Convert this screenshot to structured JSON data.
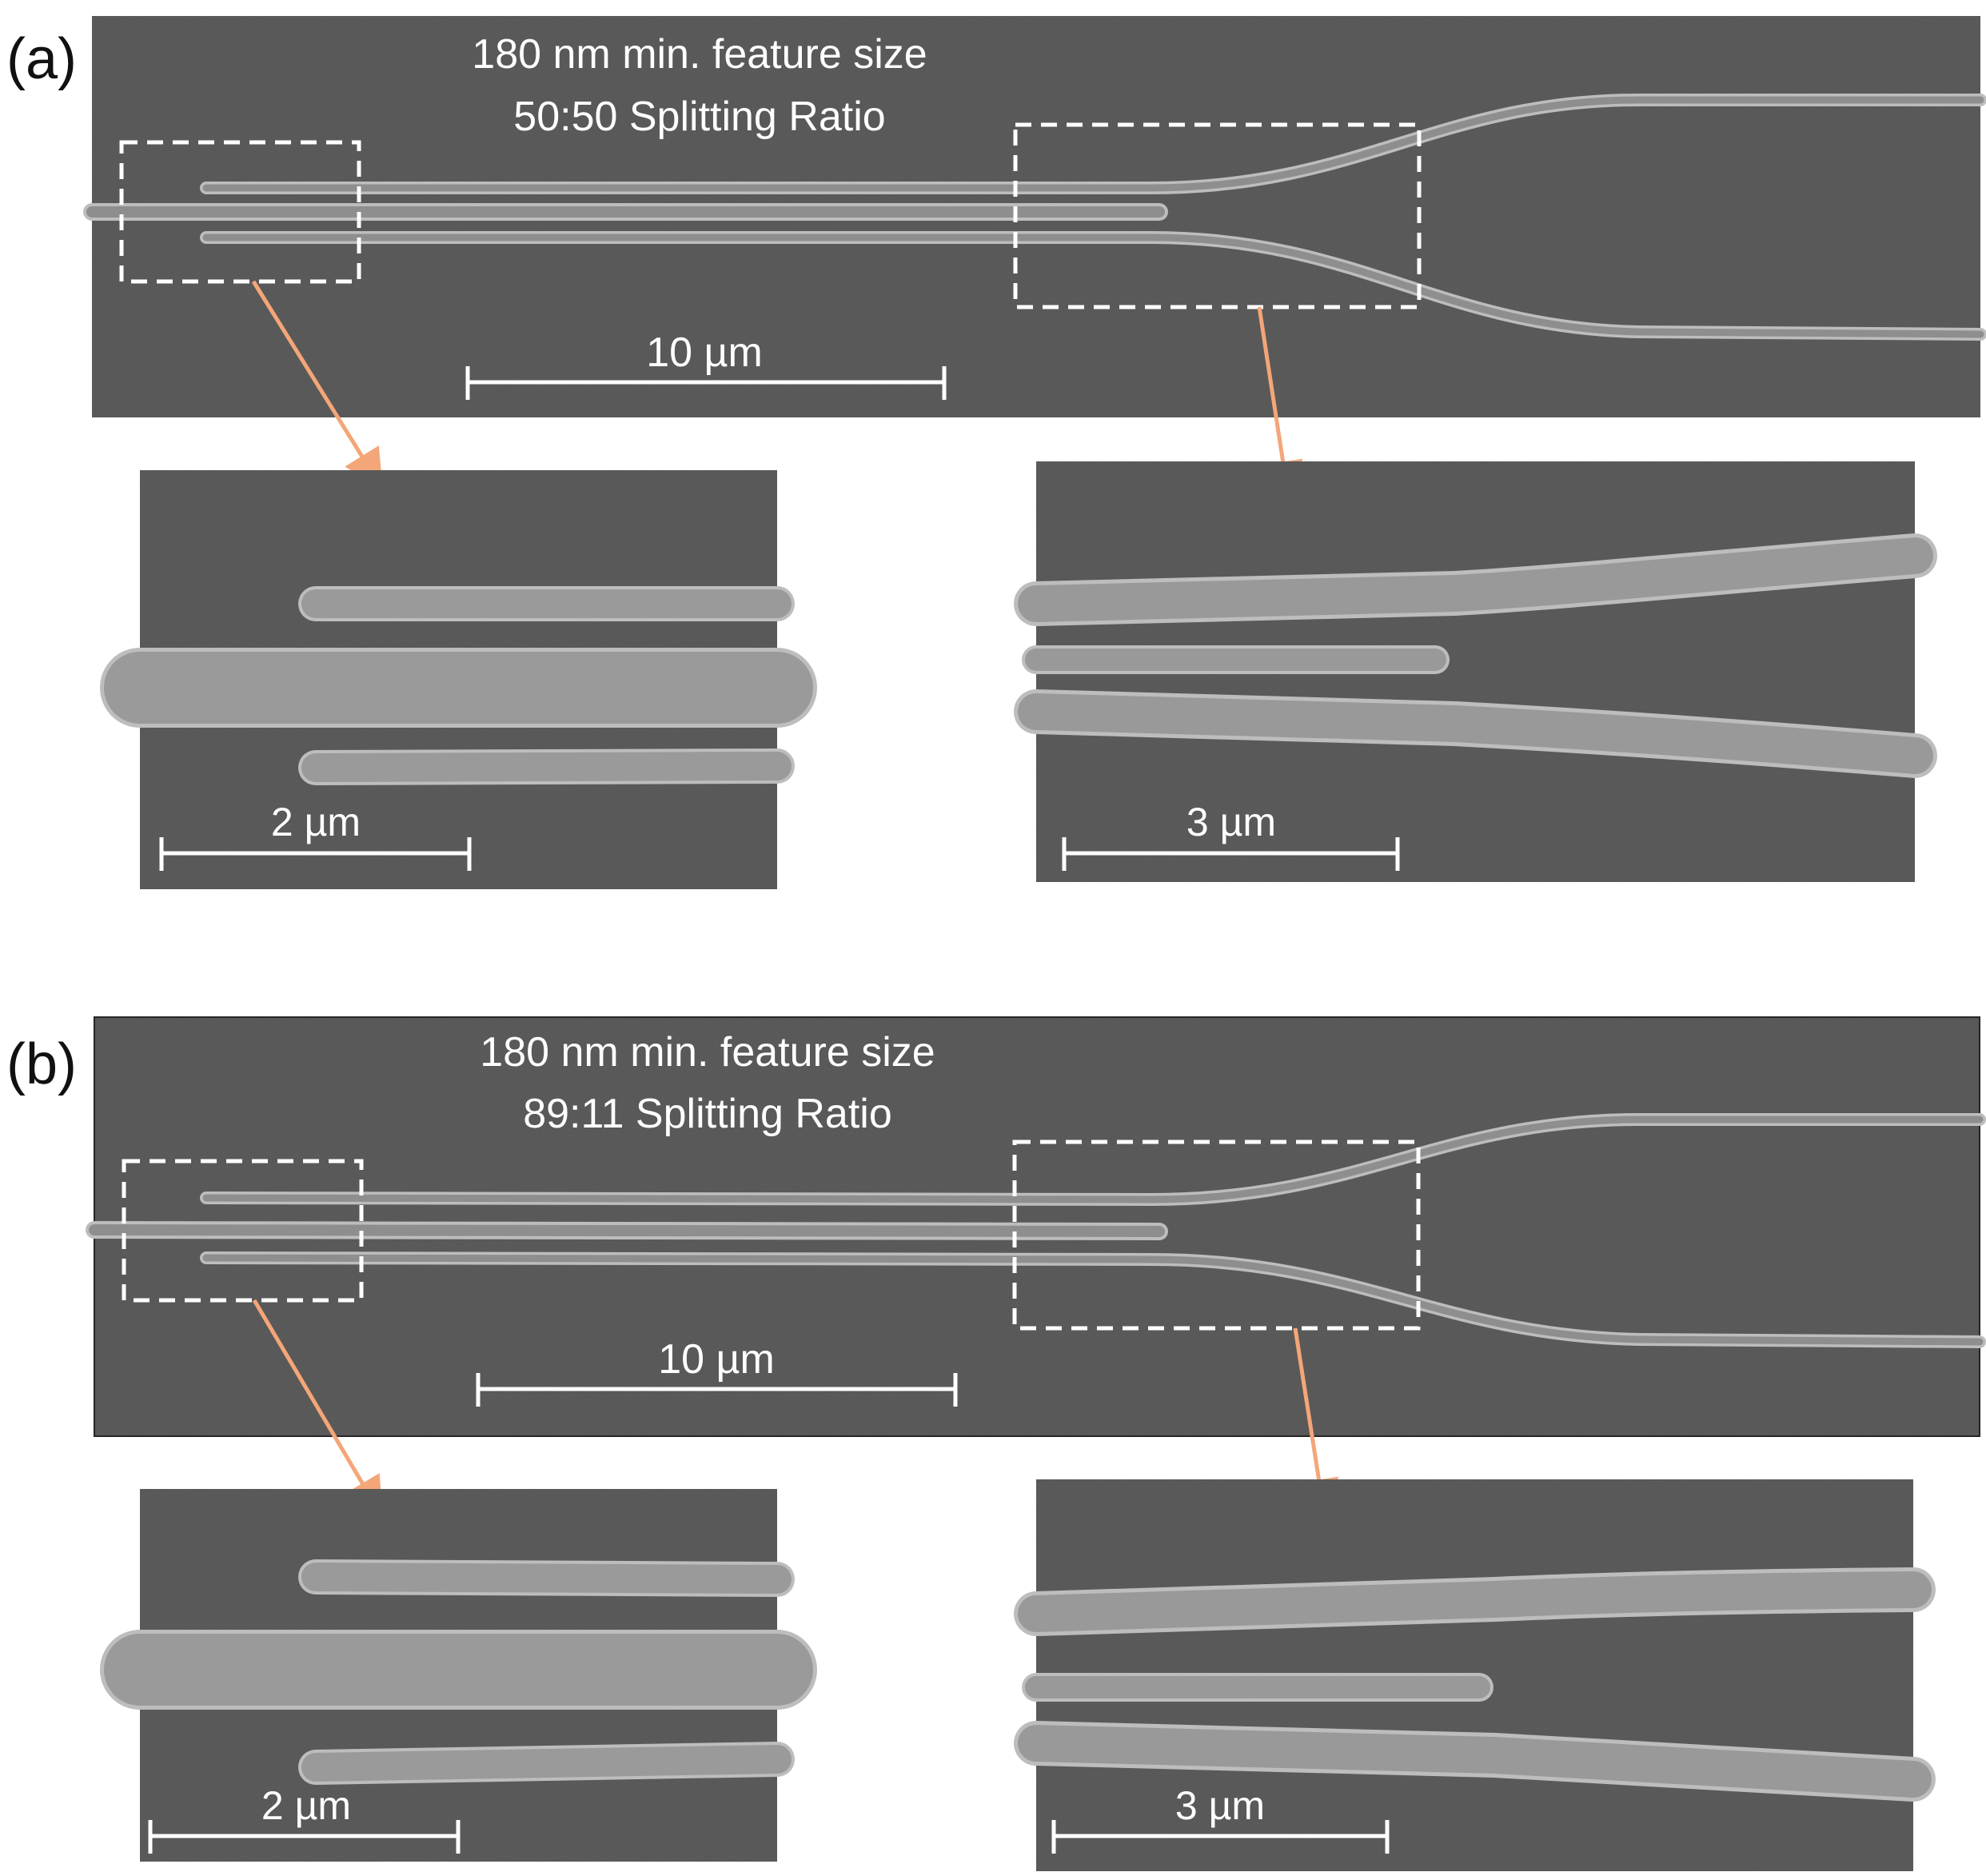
{
  "colors": {
    "sem_background": "#555555",
    "waveguide": "#8e8e8e",
    "waveguide_edge": "#bdbdbd",
    "dashed_box": "#ffffff",
    "arrow": "#f4a678",
    "scale_bar": "#ffffff"
  },
  "panel_a": {
    "label": "(a)",
    "caption_line1": "180 nm min. feature size",
    "caption_line2": "50:50 Splitting Ratio",
    "scale_bar_main": "10 µm",
    "inset_left_scale": "2 µm",
    "inset_right_scale": "3 µm"
  },
  "panel_b": {
    "label": "(b)",
    "caption_line1": "180 nm min. feature size",
    "caption_line2": "89:11 Splitting Ratio",
    "scale_bar_main": "10 µm",
    "inset_left_scale": "2 µm",
    "inset_right_scale": "3 µm"
  }
}
